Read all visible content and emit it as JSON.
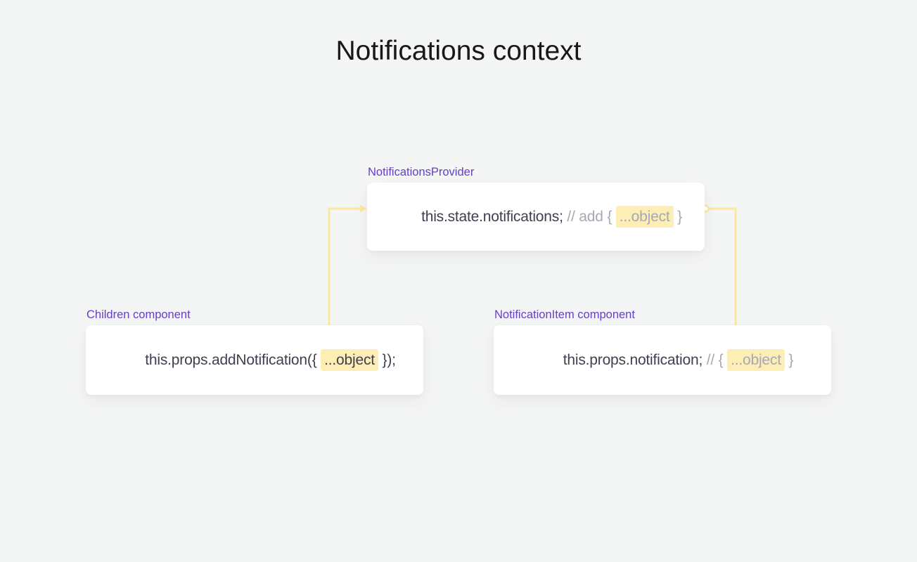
{
  "title": "Notifications context",
  "colors": {
    "background": "#f4f5f5",
    "card": "#ffffff",
    "label_purple": "#6540c6",
    "code_dark": "#413f4d",
    "code_muted": "#a8a8b2",
    "highlight_yellow": "#fceeb5",
    "connector_yellow": "#f8e8a2"
  },
  "nodes": {
    "provider": {
      "label": "NotificationsProvider",
      "code": [
        {
          "text": "this.state.notifications;",
          "style": "dark"
        },
        {
          "text": " // add { ",
          "style": "muted"
        },
        {
          "text": "...object",
          "style": "muted highlight"
        },
        {
          "text": " }",
          "style": "muted"
        }
      ]
    },
    "children": {
      "label": "Children component",
      "code": [
        {
          "text": "this.props.addNotification({ ",
          "style": "dark"
        },
        {
          "text": "...object",
          "style": "dark highlight"
        },
        {
          "text": " });",
          "style": "dark"
        }
      ]
    },
    "item": {
      "label": "NotificationItem component",
      "code": [
        {
          "text": "this.props.notification;",
          "style": "dark"
        },
        {
          "text": " // { ",
          "style": "muted"
        },
        {
          "text": "...object",
          "style": "muted highlight"
        },
        {
          "text": " }",
          "style": "muted"
        }
      ]
    }
  },
  "connectors": [
    {
      "name": "children-to-provider",
      "from": "children.object",
      "to": "provider.left-edge",
      "direction": "up-then-right"
    },
    {
      "name": "provider-to-item",
      "from": "provider.right-edge",
      "to": "item.object",
      "direction": "right-then-down"
    }
  ]
}
